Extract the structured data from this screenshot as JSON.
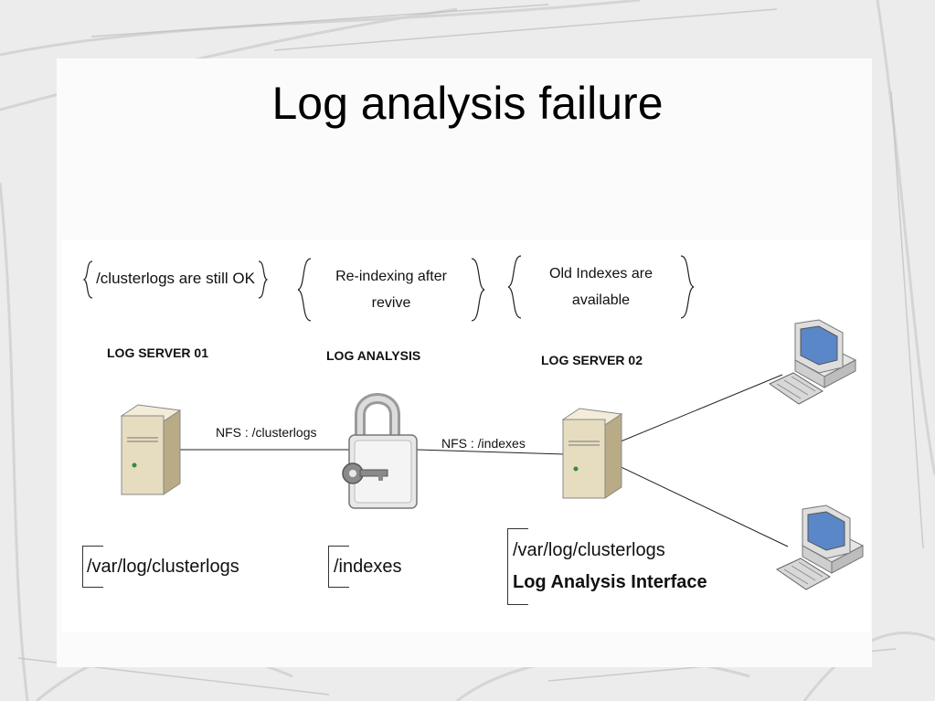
{
  "slide": {
    "title": "Log analysis failure"
  },
  "notes": {
    "clusterlogs_ok": "/clusterlogs are still OK",
    "reindexing_line1": "Re-indexing after",
    "reindexing_line2": "revive",
    "old_indexes_line1": "Old Indexes are",
    "old_indexes_line2": "available"
  },
  "nodes": {
    "log_server_01": "LOG SERVER 01",
    "log_analysis": "LOG ANALYSIS",
    "log_server_02": "LOG SERVER 02"
  },
  "links": {
    "nfs_clusterlogs": "NFS : /clusterlogs",
    "nfs_indexes": "NFS : /indexes"
  },
  "paths": {
    "server01_path": "/var/log/clusterlogs",
    "analysis_path": "/indexes",
    "server02_path": "/var/log/clusterlogs",
    "server02_interface": "Log Analysis Interface"
  },
  "colors": {
    "server_body": "#e6dcc0",
    "server_top": "#f3ecd8",
    "lock_body": "#e8e8e8",
    "monitor_screen": "#5a87c8"
  },
  "icons": [
    "server-icon",
    "padlock-icon",
    "key-icon",
    "desktop-computer-icon"
  ]
}
